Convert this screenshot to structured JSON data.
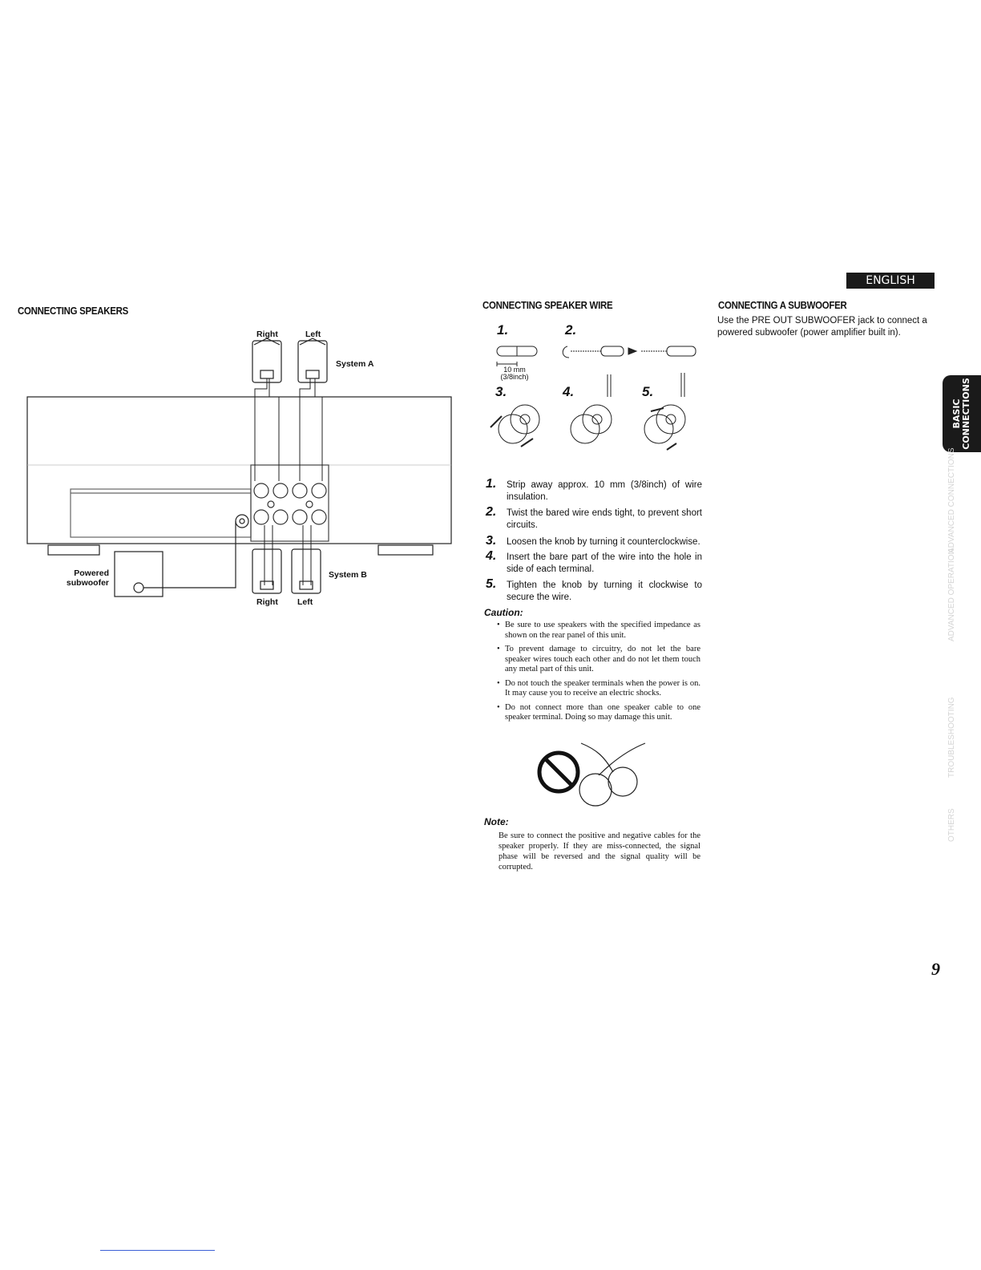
{
  "language_tab": "ENGLISH",
  "side_tab": {
    "line1": "BASIC",
    "line2": "CONNECTIONS"
  },
  "faded_tabs": [
    "ADVANCED CONNECTIONS",
    "ADVANCED OPERATION",
    "TROUBLESHOOTING",
    "OTHERS"
  ],
  "connecting_speakers": {
    "title": "CONNECTING SPEAKERS",
    "labels": {
      "right_a": "Right",
      "left_a": "Left",
      "system_a": "System A",
      "powered_subwoofer": "Powered subwoofer",
      "system_b": "System B",
      "right_b": "Right",
      "left_b": "Left"
    }
  },
  "speaker_wire": {
    "title": "CONNECTING SPEAKER WIRE",
    "figure": {
      "step_labels": [
        "1.",
        "2.",
        "3.",
        "4.",
        "5."
      ],
      "dimension": "10 mm",
      "dimension_inch": "(3/8inch)"
    },
    "steps": [
      {
        "num": "1.",
        "text": "Strip away approx. 10 mm (3/8inch) of wire insulation."
      },
      {
        "num": "2.",
        "text": "Twist the bared wire ends tight, to prevent short circuits."
      },
      {
        "num": "3.",
        "text": "Loosen the knob by turning it counterclockwise."
      },
      {
        "num": "4.",
        "text": "Insert the bare part of the wire into the hole in side of each terminal."
      },
      {
        "num": "5.",
        "text": "Tighten the knob by turning it clockwise to secure the wire."
      }
    ],
    "caution_title": "Caution:",
    "cautions": [
      "Be sure to use speakers with the specified impedance as shown on the rear panel of this unit.",
      "To prevent damage to circuitry, do not let the bare speaker wires touch each other and do not let them touch any metal part of this unit.",
      "Do not touch the speaker terminals when the power is on. It may cause you to receive an electric shocks.",
      "Do not connect more than one speaker cable to one speaker terminal. Doing so may damage this unit."
    ],
    "note_title": "Note:",
    "note": "Be sure to connect the positive and negative cables for the speaker properly. If they are miss-connected, the signal phase will be reversed and the signal quality will be corrupted."
  },
  "subwoofer": {
    "title": "CONNECTING A SUBWOOFER",
    "text": "Use the PRE OUT SUBWOOFER jack to connect a powered subwoofer (power amplifier built in)."
  },
  "page_number": "9"
}
